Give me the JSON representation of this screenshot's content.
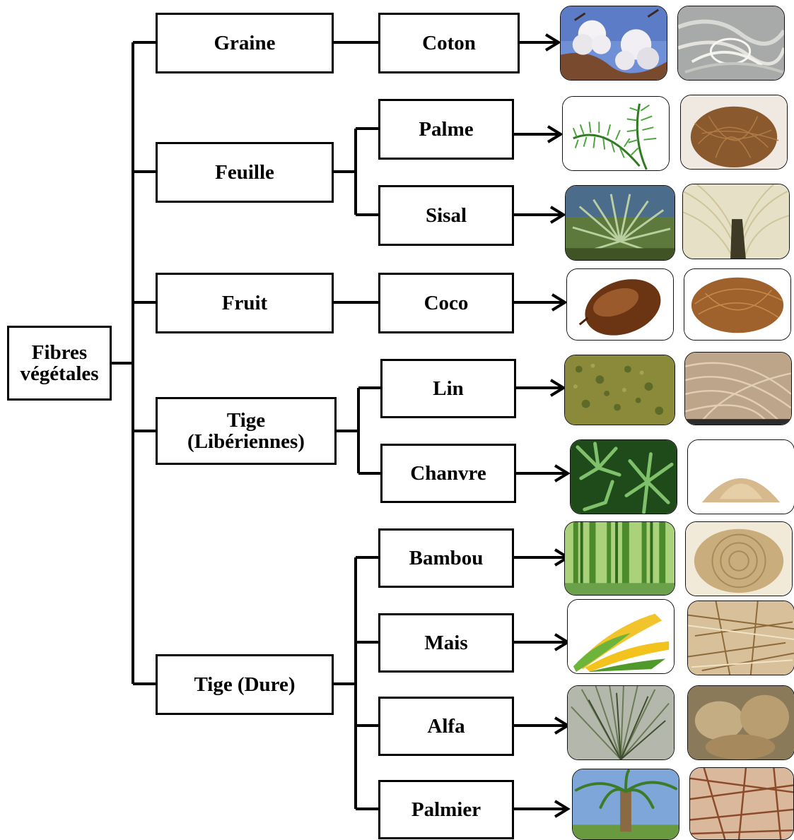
{
  "root": {
    "line1": "Fibres",
    "line2": "végétales"
  },
  "parts": [
    {
      "id": "graine",
      "label": "Graine"
    },
    {
      "id": "feuille",
      "label": "Feuille"
    },
    {
      "id": "fruit",
      "label": "Fruit"
    },
    {
      "id": "tige-liberiennes",
      "line1": "Tige",
      "line2": "(Libériennes)"
    },
    {
      "id": "tige-dure",
      "label": "Tige (Dure)"
    }
  ],
  "fibres": [
    {
      "label": "Coton",
      "plant_image": "cotton-bolls",
      "fibre_image": "cotton-fibre"
    },
    {
      "label": "Palme",
      "plant_image": "palm-leaves",
      "fibre_image": "palm-fibre"
    },
    {
      "label": "Sisal",
      "plant_image": "sisal-plant",
      "fibre_image": "sisal-fibre"
    },
    {
      "label": "Coco",
      "plant_image": "coconut",
      "fibre_image": "coir-fibre"
    },
    {
      "label": "Lin",
      "plant_image": "flax-field",
      "fibre_image": "flax-fibre"
    },
    {
      "label": "Chanvre",
      "plant_image": "hemp-leaves",
      "fibre_image": "hemp-fibre"
    },
    {
      "label": "Bambou",
      "plant_image": "bamboo-forest",
      "fibre_image": "bamboo-fibre"
    },
    {
      "label": "Mais",
      "plant_image": "corn-cobs",
      "fibre_image": "corn-fibre"
    },
    {
      "label": "Alfa",
      "plant_image": "alfa-grass",
      "fibre_image": "alfa-fibre"
    },
    {
      "label": "Palmier",
      "plant_image": "date-palm",
      "fibre_image": "palm-tree-fibre"
    }
  ]
}
